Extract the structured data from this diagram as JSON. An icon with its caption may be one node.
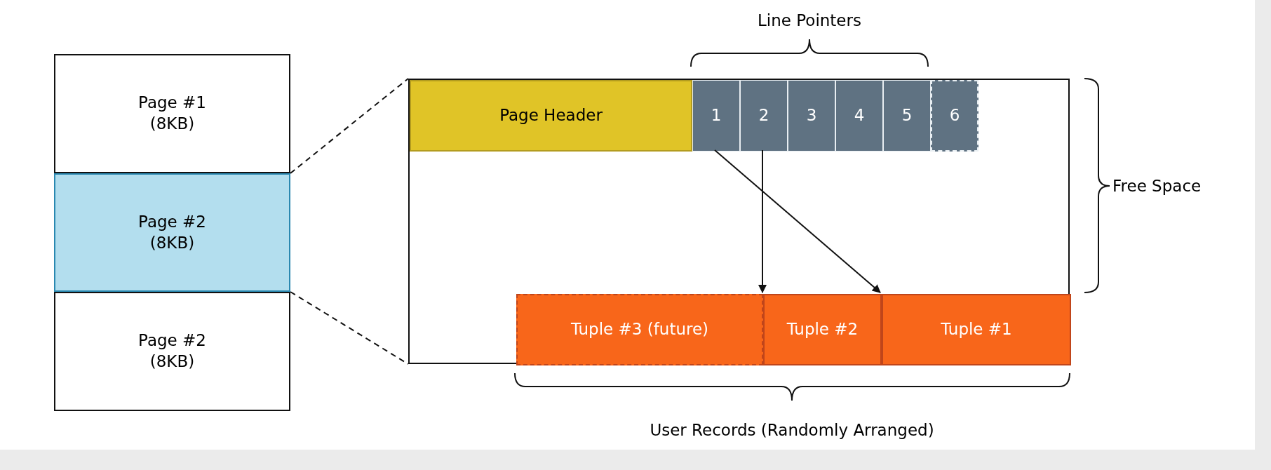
{
  "diagram": {
    "nodes": [
      {
        "text": [
          "Page #1 (8KB)"
        ]
      },
      {
        "text": [
          "Page #2 (8KB)"
        ]
      },
      {
        "text": [
          "Page #2 (8KB)"
        ]
      },
      {
        "text": [],
        "shape": "box"
      },
      {
        "text": [
          "Page Header"
        ],
        "in": 3
      },
      {
        "text": [
          "1"
        ],
        "in": 3
      },
      {
        "text": [
          "2"
        ],
        "in": 3
      },
      {
        "text": [
          "3"
        ],
        "in": 3
      },
      {
        "text": [
          "4"
        ],
        "in": 3
      },
      {
        "text": [
          "5"
        ],
        "in": 3
      },
      {
        "text": [
          "6"
        ],
        "in": 3
      },
      {
        "text": [
          "Tuple #3 (future)"
        ],
        "in": 3
      },
      {
        "text": [
          "Tuple #2"
        ],
        "in": 3
      },
      {
        "text": [
          "Tuple #1"
        ],
        "in": 3
      }
    ],
    "edges": [
      {
        "from": 1,
        "to": 3,
        "arrow": "none",
        "style": "dashed"
      },
      {
        "from": 1,
        "to": 3,
        "arrow": "none",
        "style": "dashed"
      },
      {
        "from": 6,
        "to": 12,
        "arrow": "to"
      },
      {
        "from": 5,
        "to": 13,
        "arrow": "to"
      }
    ],
    "labels": [
      "Line Pointers",
      "Free Space",
      "User Records (Randomly Arranged)"
    ]
  }
}
